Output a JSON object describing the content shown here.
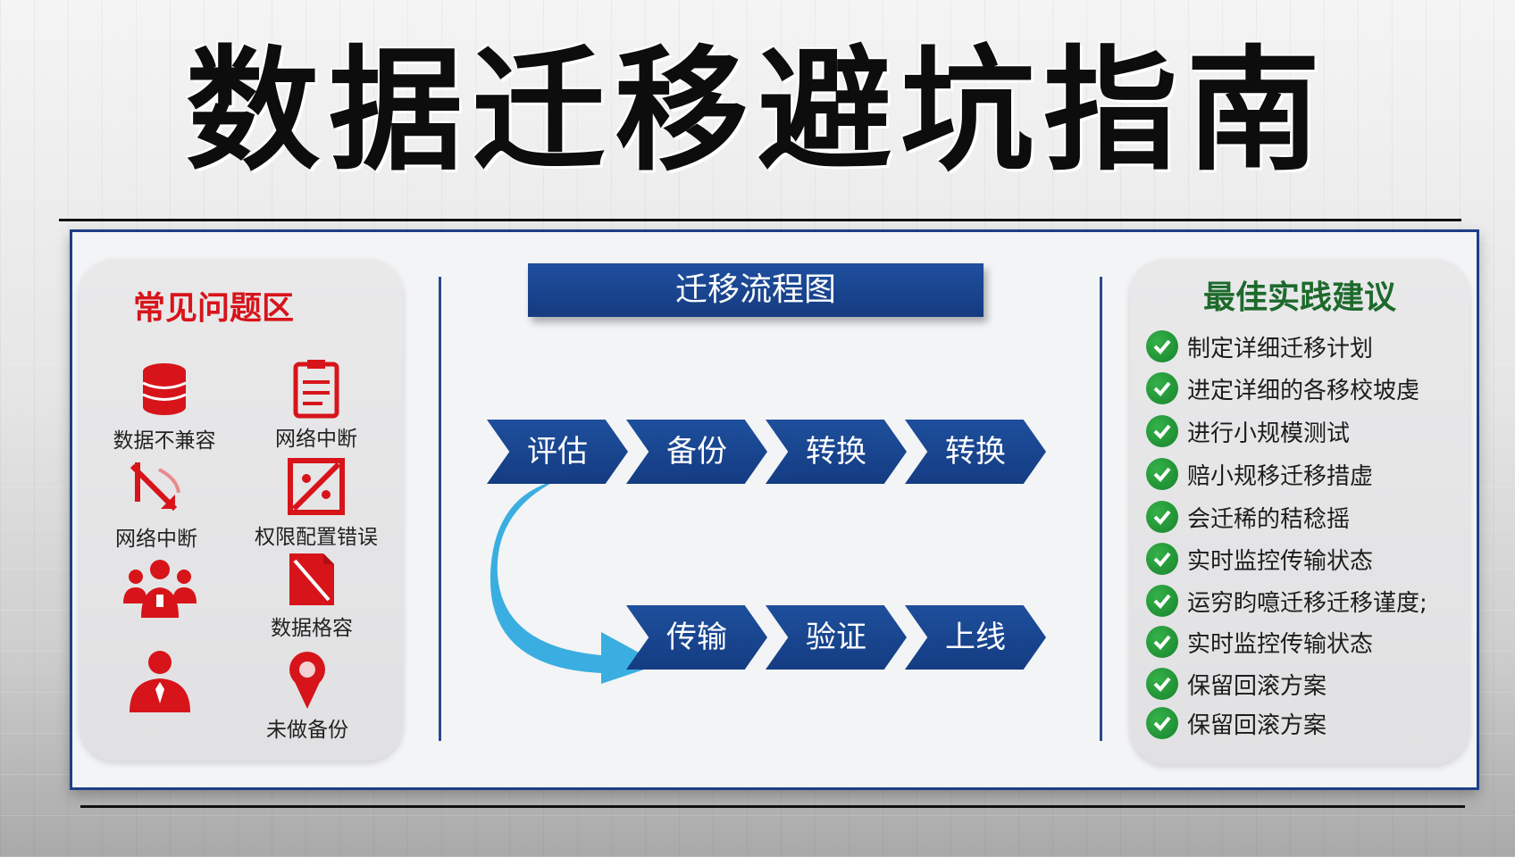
{
  "title": "数据迁移避坑指南",
  "left": {
    "title": "常见问题区",
    "issues": [
      {
        "label": "数据不兼容",
        "icon": "database-icon"
      },
      {
        "label": "网络中断",
        "icon": "clipboard-icon"
      },
      {
        "label": "网络中断",
        "icon": "broken-link-icon"
      },
      {
        "label": "权限配置错误",
        "icon": "permission-error-icon"
      },
      {
        "label": "",
        "icon": "team-icon"
      },
      {
        "label": "数据格容",
        "icon": "document-error-icon"
      },
      {
        "label": "",
        "icon": "person-icon"
      },
      {
        "label": "未做备份",
        "icon": "location-pin-icon"
      }
    ]
  },
  "flow": {
    "title": "迁移流程图",
    "row1": [
      "评估",
      "备份",
      "转换",
      "转换"
    ],
    "row2": [
      "传输",
      "验证",
      "上线"
    ]
  },
  "right": {
    "title": "最佳实践建议",
    "tips": [
      "制定详细迁移计划",
      "进定详细的各移校坡虔",
      "进行小规模测试",
      "赔小规移迁移措虚",
      "会迁稀的秸稔摇",
      "实时监控传输状态",
      "运穷盷噫迁移迁移谨度;",
      "实时监控传输状态",
      "保留回滚方案",
      "保留回滚方案"
    ]
  },
  "colors": {
    "accent_red": "#d7141a",
    "accent_blue": "#1e4f9c",
    "accent_green": "#1d6a2c",
    "curve_cyan": "#3aaee0"
  }
}
